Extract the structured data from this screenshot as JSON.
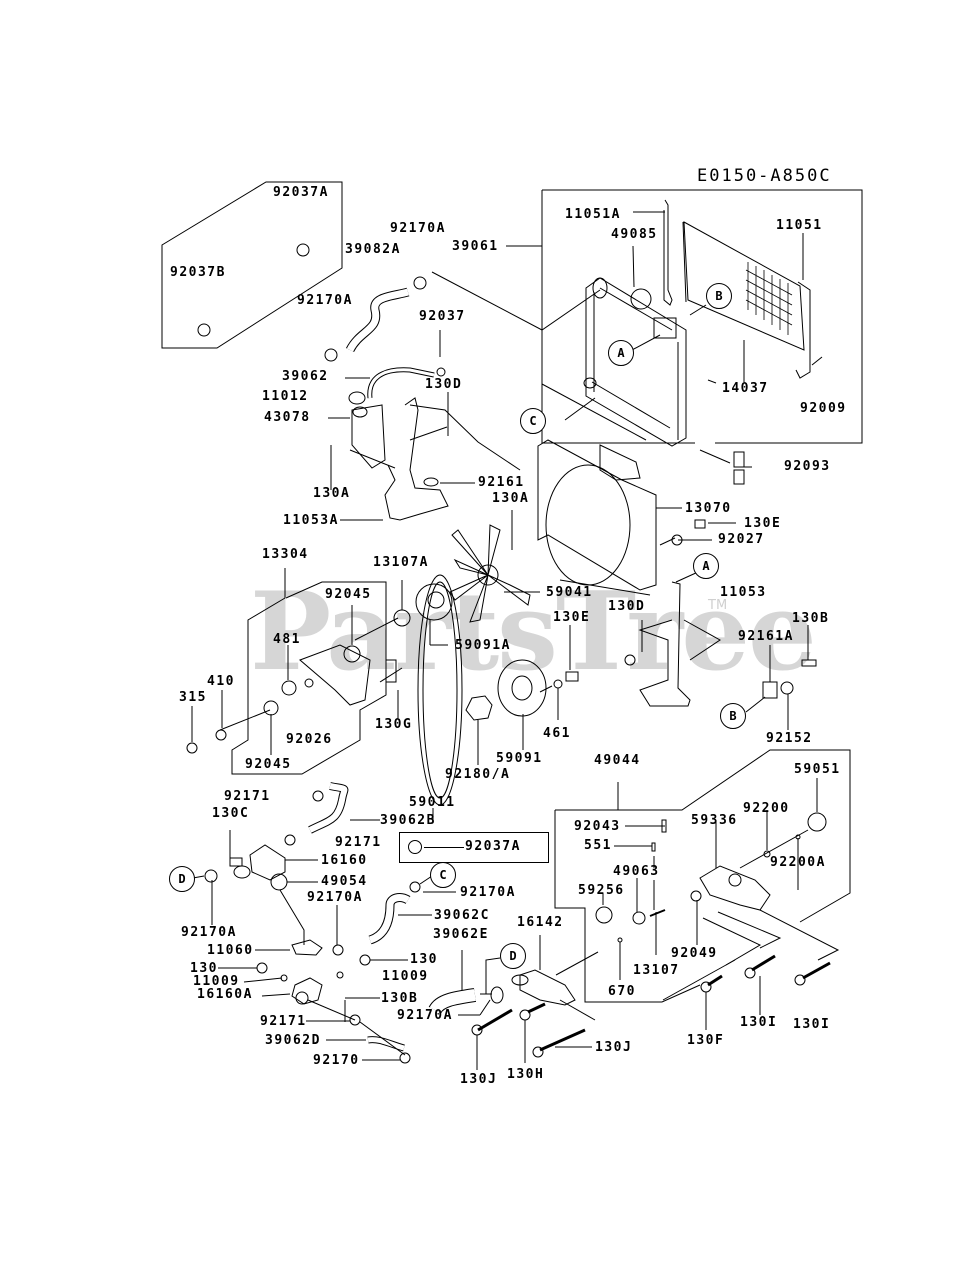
{
  "diagram": {
    "code": "E0150-A850C",
    "watermark": "PartsTree",
    "watermark_tm": "TM",
    "callouts": {
      "A": "A",
      "B": "B",
      "C": "C",
      "D": "D"
    },
    "labels": {
      "p92037A_top": "92037A",
      "p92037B": "92037B",
      "p92170A_1": "92170A",
      "p39082A": "39082A",
      "p92170A_2": "92170A",
      "p39061": "39061",
      "p92037": "92037",
      "p39062": "39062",
      "p11012": "11012",
      "p130D_1": "130D",
      "p43078": "43078",
      "p130A_1": "130A",
      "p92161": "92161",
      "p130A_2": "130A",
      "p11053A": "11053A",
      "p11051A": "11051A",
      "p49085": "49085",
      "p11051": "11051",
      "p14037": "14037",
      "p92009": "92009",
      "p92093": "92093",
      "p13070": "13070",
      "p130E_1": "130E",
      "p92027": "92027",
      "p11053": "11053",
      "p13304": "13304",
      "p13107A": "13107A",
      "p92045_1": "92045",
      "p59041": "59041",
      "p481": "481",
      "p59091A": "59091A",
      "p130E_2": "130E",
      "p130D_2": "130D",
      "p92161A": "92161A",
      "p130B_1": "130B",
      "p410": "410",
      "p315": "315",
      "p130G": "130G",
      "p92026": "92026",
      "p92045_2": "92045",
      "p461": "461",
      "p92152": "92152",
      "p59091": "59091",
      "p92180A": "92180/A",
      "p59011": "59011",
      "p49044": "49044",
      "p59051": "59051",
      "p92171_1": "92171",
      "p130C": "130C",
      "p39062B": "39062B",
      "p92171_2": "92171",
      "p92037A_box": "92037A",
      "p16160": "16160",
      "p49054": "49054",
      "p92170A_3": "92170A",
      "p92170A_C": "92170A",
      "p92170A_D": "92170A",
      "p39062C": "39062C",
      "p39062E": "39062E",
      "p11060": "11060",
      "p130_1": "130",
      "p130_2": "130",
      "p11009_1": "11009",
      "p11009_2": "11009",
      "p16160A": "16160A",
      "p130B_2": "130B",
      "p92170A_4": "92170A",
      "p92171_3": "92171",
      "p39062D": "39062D",
      "p92170": "92170",
      "p16142": "16142",
      "p130J_1": "130J",
      "p130J_2": "130J",
      "p130H": "130H",
      "p92043": "92043",
      "p551": "551",
      "p49063": "49063",
      "p59256": "59256",
      "p670": "670",
      "p13107": "13107",
      "p59336": "59336",
      "p92200": "92200",
      "p92200A": "92200A",
      "p92049": "92049",
      "p130F": "130F",
      "p130I_1": "130I",
      "p130I_2": "130I"
    }
  }
}
